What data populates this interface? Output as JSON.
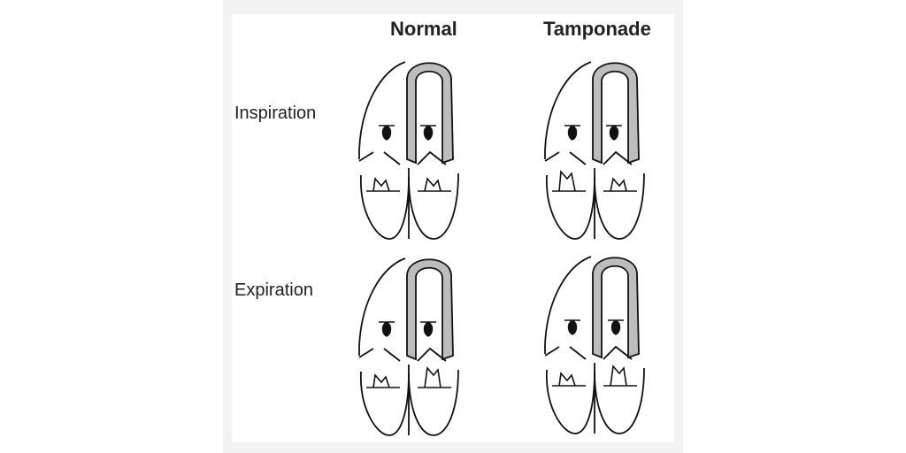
{
  "columns": {
    "normal": "Normal",
    "tamponade": "Tamponade"
  },
  "rows": {
    "inspiration": "Inspiration",
    "expiration": "Expiration"
  },
  "colors": {
    "outline": "#111111",
    "pericardium": "#bdbdbd",
    "ink": "#222222"
  }
}
